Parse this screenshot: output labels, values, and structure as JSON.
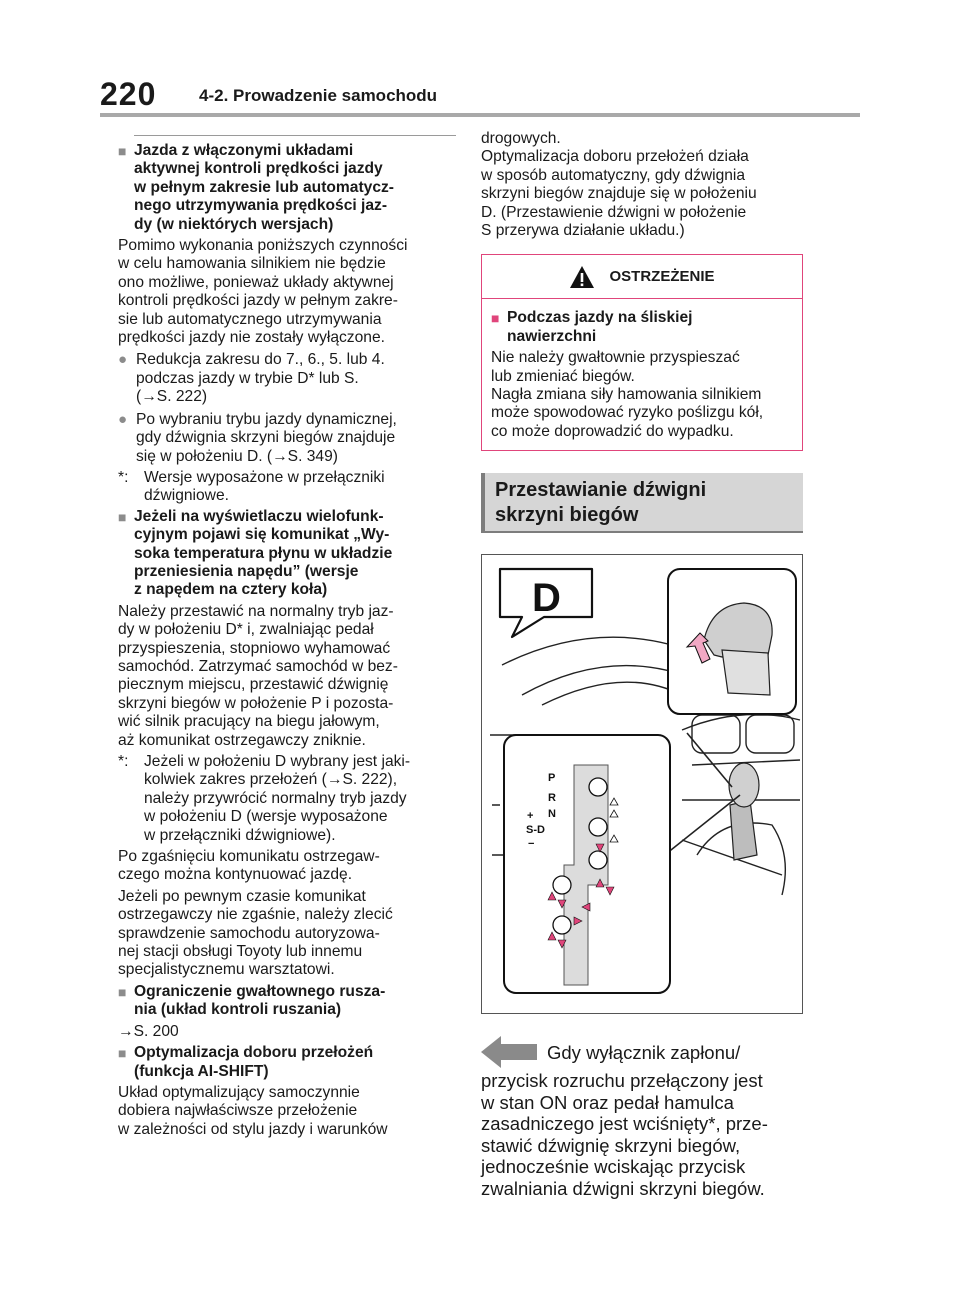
{
  "header": {
    "page_number": "220",
    "chapter": "4-2. Prowadzenie samochodu"
  },
  "left": {
    "h1": [
      "Jazda z włączonymi układami",
      "aktywnej kontroli prędkości jazdy",
      "w pełnym zakresie lub automatycz-",
      "nego utrzymywania prędkości jaz-",
      "dy (w niektórych wersjach)"
    ],
    "p1": [
      "Pomimo wykonania poniższych czynności",
      "w celu hamowania silnikiem nie będzie",
      "ono możliwe, ponieważ układy aktywnej",
      "kontroli prędkości jazdy w pełnym zakre-",
      "sie lub automatycznego utrzymywania",
      "prędkości jazdy nie zostały wyłączone."
    ],
    "b1": [
      "Redukcja zakresu do 7., 6., 5. lub 4.",
      "podczas jazdy w trybie D* lub S.",
      "(→S. 222)"
    ],
    "b2": [
      "Po wybraniu trybu jazdy dynamicznej,",
      "gdy dźwignia skrzyni biegów znajduje",
      "się w położeniu D. (→S. 349)"
    ],
    "n1_mark": "*:",
    "n1": [
      "Wersje wyposażone w przełączniki",
      "dźwigniowe."
    ],
    "h2": [
      "Jeżeli na wyświetlaczu wielofunk-",
      "cyjnym pojawi się komunikat „Wy-",
      "soka temperatura płynu w układzie",
      "przeniesienia napędu” (wersje",
      "z napędem na cztery koła)"
    ],
    "p2": [
      "Należy przestawić na normalny tryb jaz-",
      "dy w położeniu D* i, zwalniając pedał",
      "przyspieszenia, stopniowo wyhamować",
      "samochód. Zatrzymać samochód w bez-",
      "piecznym miejscu, przestawić dźwignię",
      "skrzyni biegów w położenie P i pozosta-",
      "wić silnik pracujący na biegu jałowym,",
      "aż komunikat ostrzegawczy zniknie."
    ],
    "n2_mark": "*:",
    "n2": [
      "Jeżeli w położeniu D wybrany jest jaki-",
      "kolwiek zakres przełożeń (→S. 222),",
      "należy przywrócić normalny tryb jazdy",
      "w położeniu D (wersje wyposażone",
      "w przełączniki dźwigniowe)."
    ],
    "p3": [
      "Po zgaśnięciu komunikatu ostrzegaw-",
      "czego można kontynuować jazdę."
    ],
    "p4": [
      "Jeżeli po pewnym czasie komunikat",
      "ostrzegawczy nie zgaśnie, należy zlecić",
      "sprawdzenie samochodu autoryzowa-",
      "nej stacji obsługi Toyoty lub innemu",
      "specjalistycznemu warsztatowi."
    ],
    "h3": [
      "Ograniczenie gwałtownego rusza-",
      "nia (układ kontroli ruszania)"
    ],
    "ref3": "→S. 200",
    "h4": [
      "Optymalizacja doboru przełożeń",
      "(funkcja AI-SHIFT)"
    ],
    "p5": [
      "Układ optymalizujący samoczynnie",
      "dobiera najwłaściwsze przełożenie",
      "w zależności od stylu jazdy i warunków"
    ]
  },
  "right": {
    "p1": [
      "drogowych.",
      "Optymalizacja doboru przełożeń działa",
      "w sposób automatyczny, gdy dźwignia",
      "skrzyni biegów znajduje się w położeniu",
      "D. (Przestawienie dźwigni w położenie",
      "S przerywa działanie układu.)"
    ],
    "warning": {
      "title": "OSTRZEŻENIE",
      "head": [
        "Podczas jazdy na śliskiej",
        "nawierzchni"
      ],
      "body": [
        "Nie należy gwałtownie przyspieszać",
        "lub zmieniać biegów.",
        "Nagła zmiana siły hamowania silnikiem",
        "może spowodować ryzyko poślizgu kół,",
        "co może doprowadzić do wypadku."
      ]
    },
    "section_title": [
      "Przestawianie dźwigni",
      "skrzyni biegów"
    ],
    "figure": {
      "callout_letter": "D",
      "gate_labels": [
        "P",
        "R",
        "N",
        "+",
        "S-D",
        "−"
      ]
    },
    "step_first_line": "Gdy wyłącznik zapłonu/",
    "step_rest": [
      "przycisk rozruchu przełączony jest",
      "w stan ON oraz pedał hamulca",
      "zasadniczego jest wciśnięty*, prze-",
      "stawić dźwignię skrzyni biegów,",
      "jednocześnie wciskając przycisk",
      "zwalniania dźwigni skrzyni biegów."
    ]
  }
}
